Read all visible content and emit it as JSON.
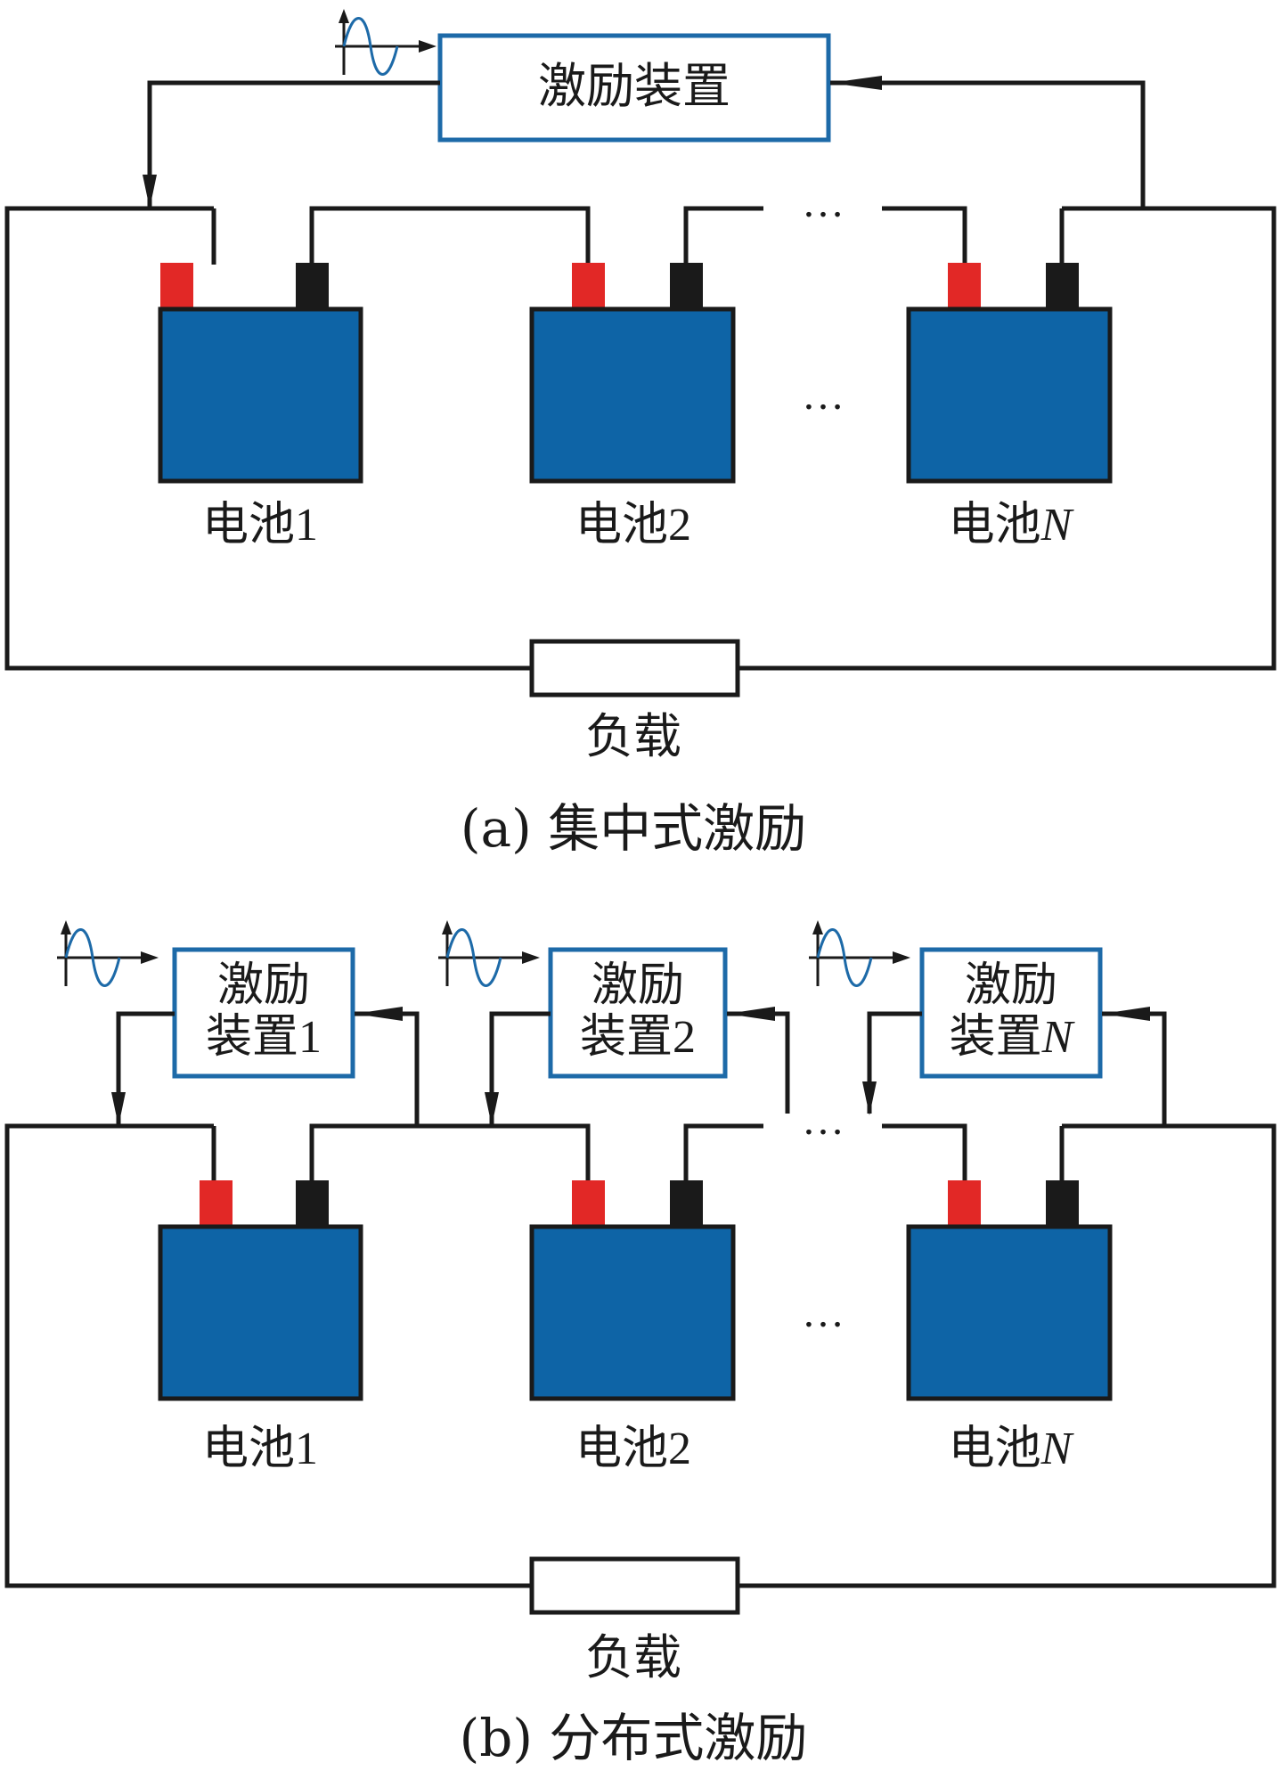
{
  "diagram_a": {
    "device_label": "激励装置",
    "cells": [
      {
        "name": "电池",
        "index": "1"
      },
      {
        "name": "电池",
        "index": "2"
      },
      {
        "name": "电池",
        "index": "N"
      }
    ],
    "ellipsis": "…",
    "load_label": "负载",
    "caption": "(a) 集中式激励"
  },
  "diagram_b": {
    "devices": [
      {
        "line1": "激励",
        "line2_text": "装置",
        "line2_index": "1"
      },
      {
        "line1": "激励",
        "line2_text": "装置",
        "line2_index": "2"
      },
      {
        "line1": "激励",
        "line2_text": "装置",
        "line2_index": "N"
      }
    ],
    "cells": [
      {
        "name": "电池",
        "index": "1"
      },
      {
        "name": "电池",
        "index": "2"
      },
      {
        "name": "电池",
        "index": "N"
      }
    ],
    "ellipsis": "…",
    "load_label": "负载",
    "caption": "(b) 分布式激励"
  },
  "colors": {
    "battery_fill": "#0e64a6",
    "positive_terminal": "#e22826",
    "negative_terminal": "#1a1a1a",
    "device_border": "#1d6aa8",
    "wire": "#1a1a1a",
    "sine_wave": "#1d6aa8"
  }
}
